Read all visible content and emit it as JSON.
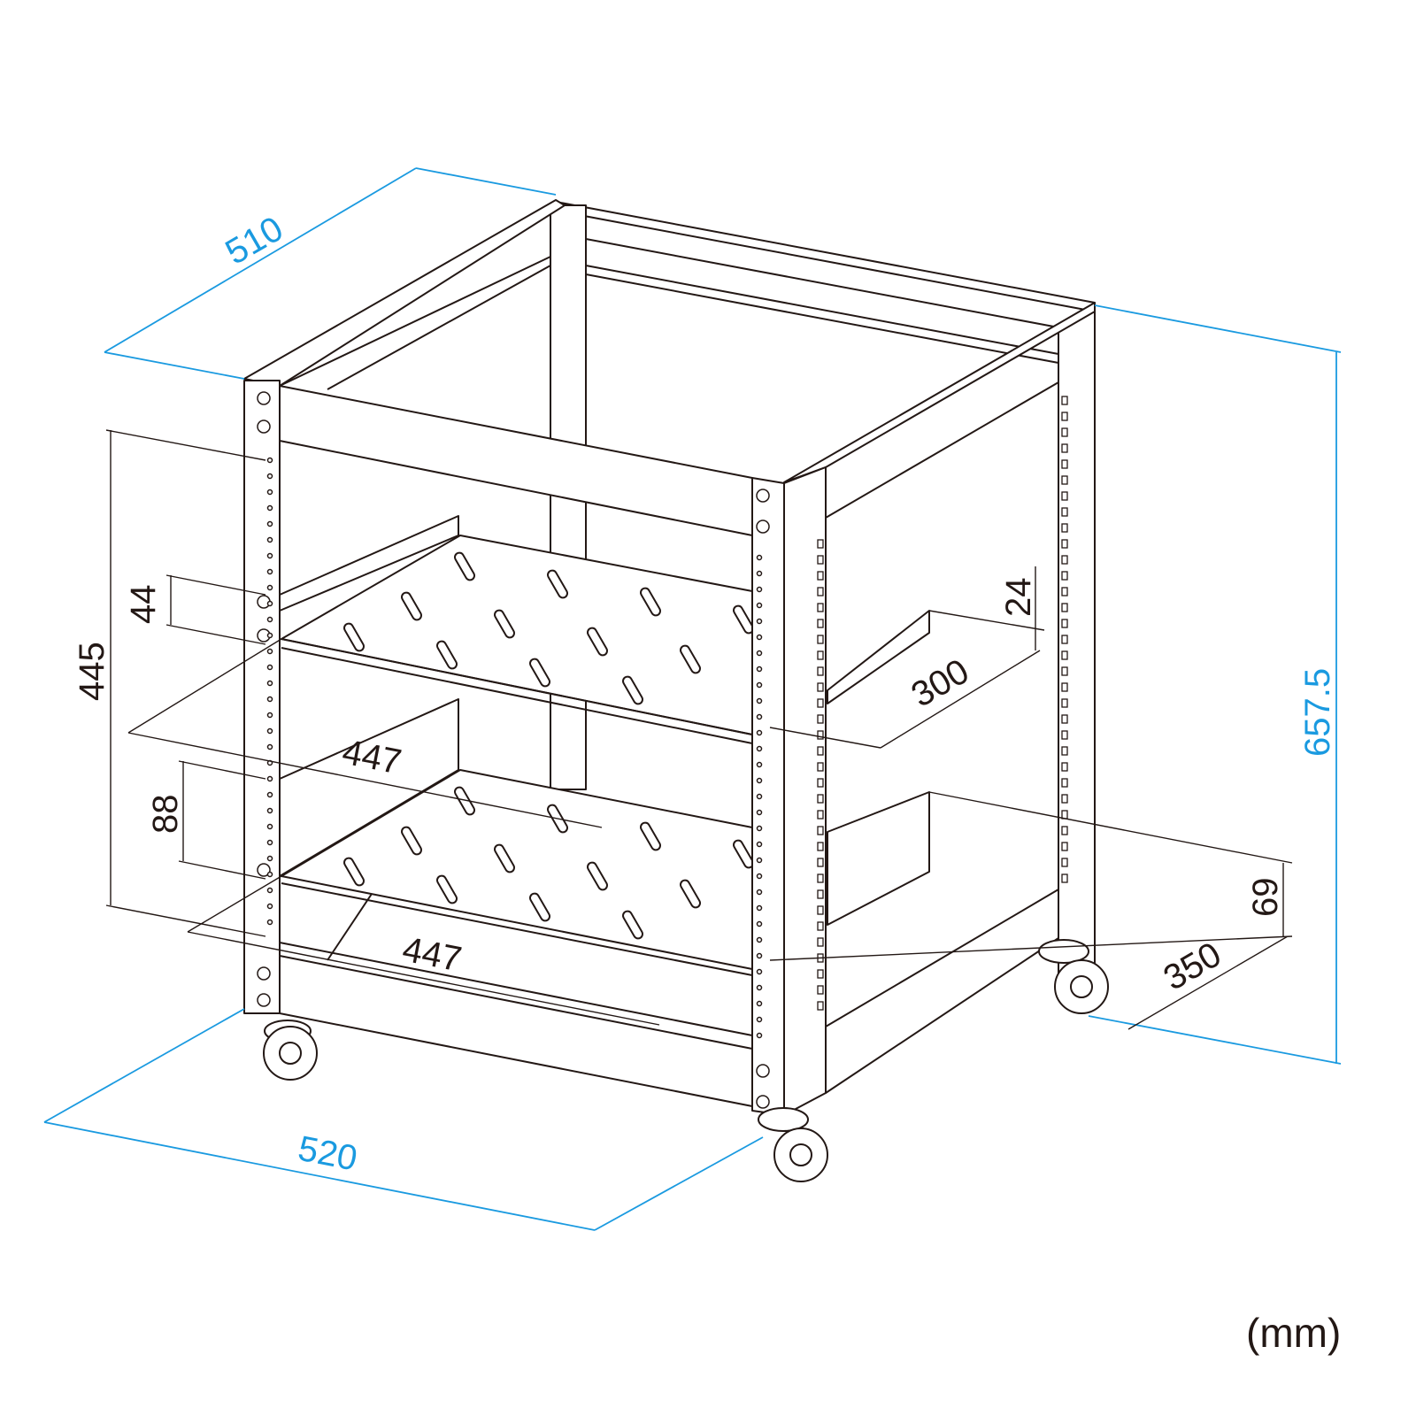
{
  "title": "Rack dimension drawing",
  "unit_label": "(mm)",
  "dimensions": {
    "depth_outer": "510",
    "width_outer": "520",
    "height_outer": "657.5",
    "inner_height": "445",
    "shelf_gap_top": "44",
    "shelf_gap_bottom": "88",
    "shelf_lip": "24",
    "shelf_depth": "300",
    "shelf_width_top": "447",
    "shelf_width_bottom": "447",
    "bottom_shelf_height": "69",
    "bottom_shelf_depth": "350"
  },
  "colors": {
    "dimension_line": "#1a9ae0",
    "drawing_line": "#231815"
  }
}
